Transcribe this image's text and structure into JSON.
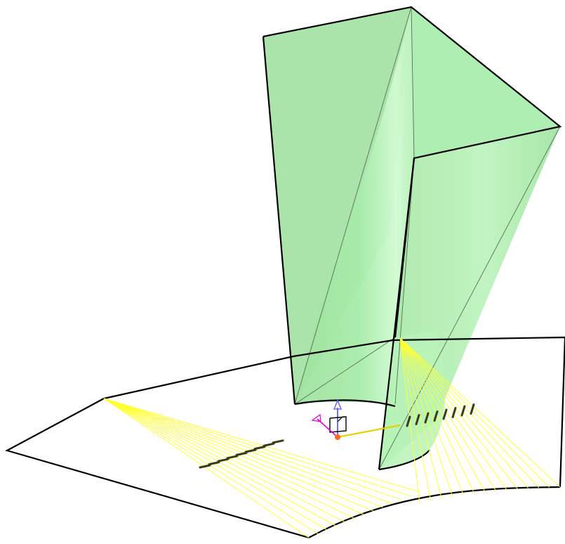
{
  "scene": {
    "background_color": "#ffffff",
    "surface_color": "#9ee89e",
    "surface_highlight_color": "#c9f7c9",
    "edge_color": "#000000",
    "ray_color": "#ffff33",
    "tick_color": "#3b3b1c",
    "triad_colors": {
      "z_axis": "#6f6fff",
      "x_axis": "#e6d200",
      "y_axis": "#e000e0",
      "origin": "#ff6a1a"
    }
  },
  "icons": [
    "ruled-surface",
    "boundary-curve",
    "ray-fan",
    "coordinate-triad-icon"
  ]
}
